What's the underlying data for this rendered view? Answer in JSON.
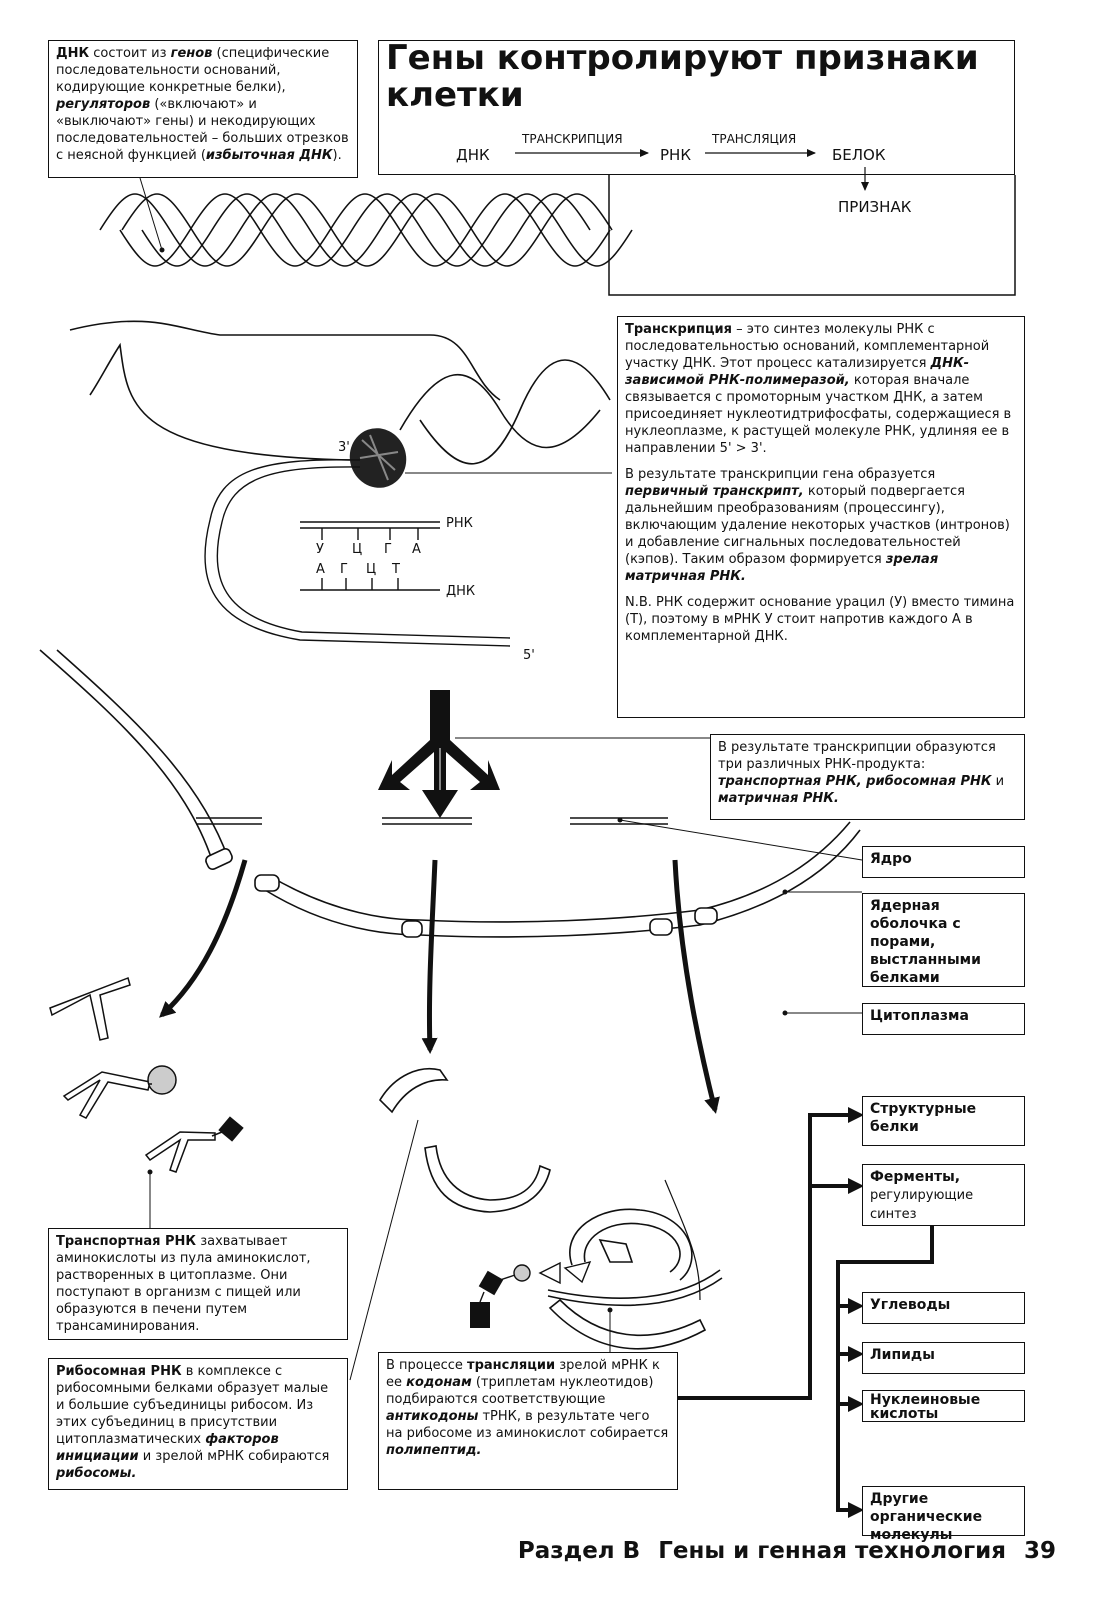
{
  "title": "Гены контролируют признаки клетки",
  "flow": {
    "dna": "ДНК",
    "transcription": "ТРАНСКРИПЦИЯ",
    "rna": "РНК",
    "translation": "ТРАНСЛЯЦИЯ",
    "protein": "БЕЛОК",
    "trait": "ПРИЗНАК"
  },
  "dna_box": {
    "t1": "ДНК",
    "t2": " состоит из ",
    "t3": "генов",
    "t4": " (специфические последовательности оснований, кодирующие конкретные белки), ",
    "t5": "регуляторов",
    "t6": " («включают» и «выключают» гены) и некодирующих последовательностей – больших отрезков с неясной функцией (",
    "t7": "избыточная ДНК",
    "t8": ")."
  },
  "transcription_box": {
    "p1a": "Транскрипция",
    "p1b": " – это синтез молекулы РНК с последовательностью оснований, комплементарной участку ДНК. Этот процесс катализируется ",
    "p1c": "ДНК-зависимой РНК-полимеразой,",
    "p1d": " которая вначале связывается с промоторным участком ДНК, а затем присоединяет нуклеотидтрифосфаты, содержащиеся в нуклеоплазме, к растущей молекуле РНК, удлиняя ее в направлении 5' > 3'.",
    "p2a": "В результате транскрипции гена образуется ",
    "p2b": "первичный транскрипт,",
    "p2c": " который подвергается дальнейшим преобразованиям (процессингу), включающим удаление некоторых участков (интронов) и добавление сигнальных последовательностей (кэпов). Таким образом формируется ",
    "p2d": "зрелая матричная РНК.",
    "p3": "N.B. РНК содержит основание урацил (У) вместо тимина (Т), поэтому в мРНК У стоит напротив каждого А в комплементарной ДНК."
  },
  "products_box": {
    "a": "В результате транскрипции образуются три различных РНК-продукта: ",
    "b": "транспортная РНК, рибосомная РНК",
    "c": " и ",
    "d": "матричная РНК."
  },
  "labels": {
    "nucleus": "Ядро",
    "envelope": "Ядерная оболочка с порами, выстланными белками",
    "cytoplasm": "Цитоплазма",
    "structural": "Структурные белки",
    "enzymes": "Ферменты,",
    "enzymes_sub": "регулирующие синтез",
    "carbs": "Углеводы",
    "lipids": "Липиды",
    "nucleic": "Нуклеиновые кислоты",
    "other": "Другие органические молекулы"
  },
  "trna_box": {
    "a": "Транспортная РНК",
    "b": " захватывает аминокислоты из пула аминокислот, растворенных в цитоплазме. Они поступают в организм с пищей или образуются в печени путем трансаминирования."
  },
  "rrna_box": {
    "a": "Рибосомная РНК",
    "b": " в комплексе с рибосомными белками образует малые и большие субъединицы рибосом. Из этих субъединиц в присутствии цитоплазматических ",
    "c": "факторов инициации",
    "d": " и зрелой мРНК собираются ",
    "e": "рибосомы."
  },
  "translation_box": {
    "a": "В процессе ",
    "b": "трансляции",
    "c": " зрелой мРНК к ее ",
    "d": "кодонам",
    "e": " (триплетам нуклеотидов) подбираются соответствующие ",
    "f": "антикодоны",
    "g": " тРНК, в результате чего на рибосоме из аминокислот собирается ",
    "h": "полипептид."
  },
  "base_pairs": {
    "rna_label": "РНК",
    "dna_label": "ДНК",
    "rna_bases": [
      "У",
      "Ц",
      "Г",
      "А"
    ],
    "dna_bases": [
      "А",
      "Г",
      "Ц",
      "Т"
    ],
    "end3": "3'",
    "end5": "5'"
  },
  "footer": {
    "section": "Раздел В",
    "subject": "Гены и генная технология",
    "page": "39"
  }
}
